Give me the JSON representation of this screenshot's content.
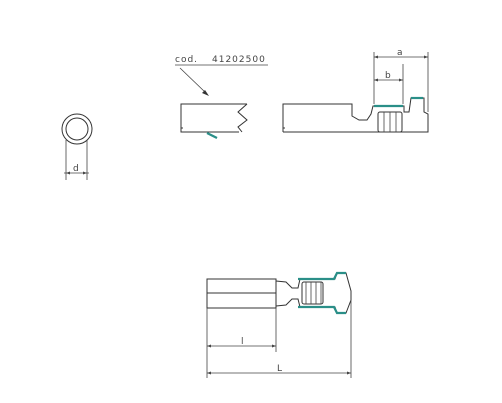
{
  "drawing": {
    "code_label": "cod.",
    "code_value": "41202500",
    "dim_d": "d",
    "dim_a": "a",
    "dim_b": "b",
    "dim_l": "l",
    "dim_L": "L"
  },
  "colors": {
    "line": "#333333",
    "accent": "#2a8f88",
    "background": "#ffffff"
  }
}
